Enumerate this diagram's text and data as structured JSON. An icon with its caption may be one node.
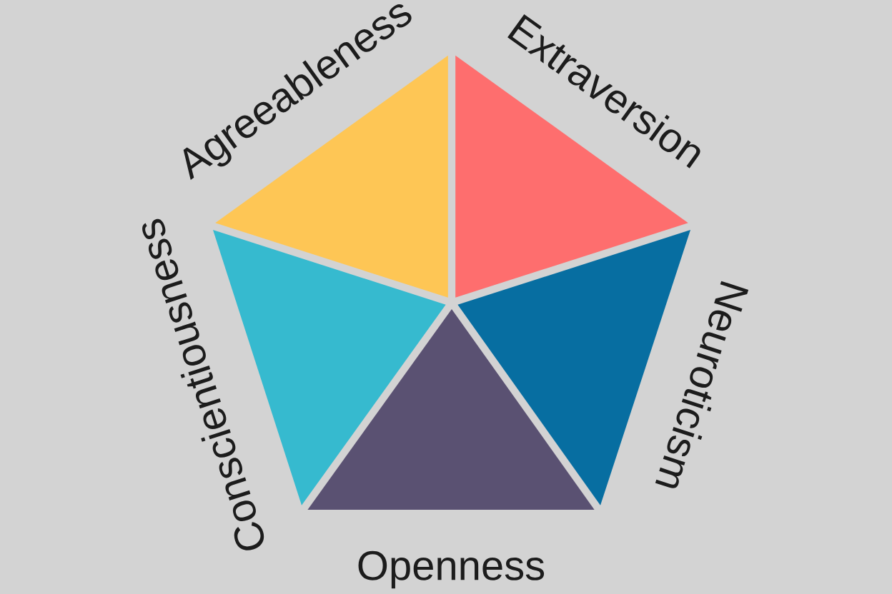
{
  "diagram": {
    "nodes": [
      {
        "text": [
          "Agreeableness"
        ]
      },
      {
        "text": [
          "Extraversion"
        ]
      },
      {
        "text": [
          "Conscientiousness"
        ]
      },
      {
        "text": [
          "Neuroticism"
        ]
      },
      {
        "text": [
          "Openness"
        ]
      }
    ]
  }
}
